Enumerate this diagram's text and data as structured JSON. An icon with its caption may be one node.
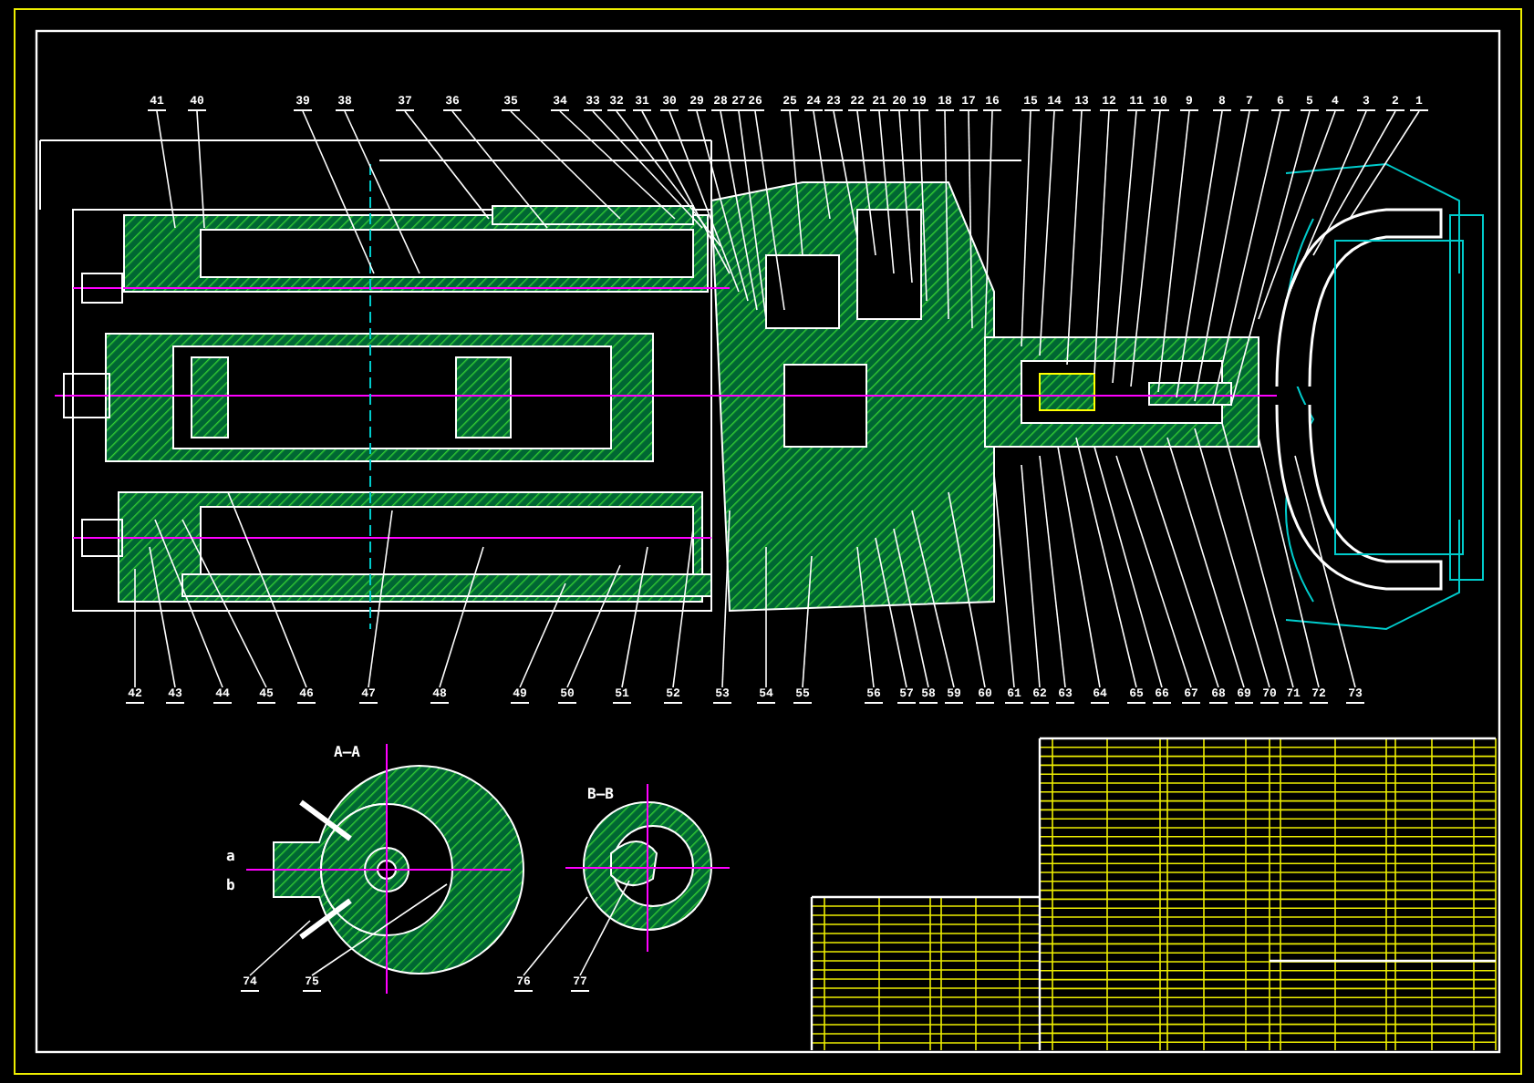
{
  "diagram": {
    "nodes": [
      {
        "text": [
          "41"
        ]
      },
      {
        "text": [
          "40"
        ]
      },
      {
        "text": [
          "39"
        ]
      },
      {
        "text": [
          "38"
        ]
      },
      {
        "text": [
          "37"
        ]
      },
      {
        "text": [
          "36"
        ]
      },
      {
        "text": [
          "35"
        ]
      },
      {
        "text": [
          "34"
        ]
      },
      {
        "text": [
          "33"
        ]
      },
      {
        "text": [
          "32"
        ]
      },
      {
        "text": [
          "31"
        ]
      },
      {
        "text": [
          "30"
        ]
      },
      {
        "text": [
          "29"
        ]
      },
      {
        "text": [
          "28"
        ]
      },
      {
        "text": [
          "27"
        ]
      },
      {
        "text": [
          "26"
        ]
      },
      {
        "text": [
          "25"
        ]
      },
      {
        "text": [
          "24"
        ]
      },
      {
        "text": [
          "23"
        ]
      },
      {
        "text": [
          "22"
        ]
      },
      {
        "text": [
          "21"
        ]
      },
      {
        "text": [
          "20"
        ]
      },
      {
        "text": [
          "19"
        ]
      },
      {
        "text": [
          "18"
        ]
      },
      {
        "text": [
          "17"
        ]
      },
      {
        "text": [
          "16"
        ]
      },
      {
        "text": [
          "15"
        ]
      },
      {
        "text": [
          "14"
        ]
      },
      {
        "text": [
          "13"
        ]
      },
      {
        "text": [
          "12"
        ]
      },
      {
        "text": [
          "11"
        ]
      },
      {
        "text": [
          "10"
        ]
      },
      {
        "text": [
          "9"
        ]
      },
      {
        "text": [
          "8"
        ]
      },
      {
        "text": [
          "7"
        ]
      },
      {
        "text": [
          "6"
        ]
      },
      {
        "text": [
          "5"
        ]
      },
      {
        "text": [
          "4"
        ]
      },
      {
        "text": [
          "3"
        ]
      },
      {
        "text": [
          "2"
        ]
      },
      {
        "text": [
          "1"
        ]
      },
      {
        "text": [
          "42"
        ]
      },
      {
        "text": [
          "43"
        ]
      },
      {
        "text": [
          "44"
        ]
      },
      {
        "text": [
          "45"
        ]
      },
      {
        "text": [
          "46"
        ]
      },
      {
        "text": [
          "47"
        ]
      },
      {
        "text": [
          "48"
        ]
      },
      {
        "text": [
          "49"
        ]
      },
      {
        "text": [
          "50"
        ]
      },
      {
        "text": [
          "51"
        ]
      },
      {
        "text": [
          "52"
        ]
      },
      {
        "text": [
          "53"
        ]
      },
      {
        "text": [
          "54"
        ]
      },
      {
        "text": [
          "55"
        ]
      },
      {
        "text": [
          "56"
        ]
      },
      {
        "text": [
          "57"
        ]
      },
      {
        "text": [
          "58"
        ]
      },
      {
        "text": [
          "59"
        ]
      },
      {
        "text": [
          "60"
        ]
      },
      {
        "text": [
          "61"
        ]
      },
      {
        "text": [
          "62"
        ]
      },
      {
        "text": [
          "63"
        ]
      },
      {
        "text": [
          "64"
        ]
      },
      {
        "text": [
          "65"
        ]
      },
      {
        "text": [
          "66"
        ]
      },
      {
        "text": [
          "67"
        ]
      },
      {
        "text": [
          "68"
        ]
      },
      {
        "text": [
          "69"
        ]
      },
      {
        "text": [
          "70"
        ]
      },
      {
        "text": [
          "71"
        ]
      },
      {
        "text": [
          "72"
        ]
      },
      {
        "text": [
          "73"
        ]
      },
      {
        "text": [
          "74"
        ]
      },
      {
        "text": [
          "75"
        ]
      },
      {
        "text": [
          "76"
        ]
      },
      {
        "text": [
          "77"
        ]
      }
    ],
    "edges": [
      {
        "from": 0,
        "to": null,
        "arrow": "none"
      },
      {
        "from": 1,
        "to": null,
        "arrow": "none"
      },
      {
        "from": 2,
        "to": null,
        "arrow": "none"
      },
      {
        "from": 3,
        "to": null,
        "arrow": "none"
      },
      {
        "from": 4,
        "to": null,
        "arrow": "none"
      },
      {
        "from": 5,
        "to": null,
        "arrow": "none"
      },
      {
        "from": 6,
        "to": null,
        "arrow": "none"
      },
      {
        "from": 7,
        "to": null,
        "arrow": "none"
      },
      {
        "from": 8,
        "to": null,
        "arrow": "none"
      },
      {
        "from": 9,
        "to": null,
        "arrow": "none"
      },
      {
        "from": 10,
        "to": null,
        "arrow": "none"
      },
      {
        "from": 11,
        "to": null,
        "arrow": "none"
      },
      {
        "from": 12,
        "to": null,
        "arrow": "none"
      },
      {
        "from": 13,
        "to": null,
        "arrow": "none"
      },
      {
        "from": 14,
        "to": null,
        "arrow": "none"
      },
      {
        "from": 15,
        "to": null,
        "arrow": "none"
      },
      {
        "from": 16,
        "to": null,
        "arrow": "none"
      },
      {
        "from": 17,
        "to": null,
        "arrow": "none"
      },
      {
        "from": 18,
        "to": null,
        "arrow": "none"
      },
      {
        "from": 19,
        "to": null,
        "arrow": "none"
      },
      {
        "from": 20,
        "to": null,
        "arrow": "none"
      },
      {
        "from": 21,
        "to": null,
        "arrow": "none"
      },
      {
        "from": 22,
        "to": null,
        "arrow": "none"
      },
      {
        "from": 23,
        "to": null,
        "arrow": "none"
      },
      {
        "from": 24,
        "to": null,
        "arrow": "none"
      },
      {
        "from": 25,
        "to": null,
        "arrow": "none"
      },
      {
        "from": 26,
        "to": null,
        "arrow": "none"
      },
      {
        "from": 27,
        "to": null,
        "arrow": "none"
      },
      {
        "from": 28,
        "to": null,
        "arrow": "none"
      },
      {
        "from": 29,
        "to": null,
        "arrow": "none"
      },
      {
        "from": 30,
        "to": null,
        "arrow": "none"
      },
      {
        "from": 31,
        "to": null,
        "arrow": "none"
      },
      {
        "from": 32,
        "to": null,
        "arrow": "none"
      },
      {
        "from": 33,
        "to": null,
        "arrow": "none"
      },
      {
        "from": 34,
        "to": null,
        "arrow": "none"
      },
      {
        "from": 35,
        "to": null,
        "arrow": "none"
      },
      {
        "from": 36,
        "to": null,
        "arrow": "none"
      },
      {
        "from": 37,
        "to": null,
        "arrow": "none"
      },
      {
        "from": 38,
        "to": null,
        "arrow": "none"
      },
      {
        "from": 39,
        "to": null,
        "arrow": "none"
      },
      {
        "from": 40,
        "to": null,
        "arrow": "none"
      },
      {
        "from": 41,
        "to": null,
        "arrow": "none"
      },
      {
        "from": 42,
        "to": null,
        "arrow": "none"
      },
      {
        "from": 43,
        "to": null,
        "arrow": "none"
      },
      {
        "from": 44,
        "to": null,
        "arrow": "none"
      },
      {
        "from": 45,
        "to": null,
        "arrow": "none"
      },
      {
        "from": 46,
        "to": null,
        "arrow": "none"
      },
      {
        "from": 47,
        "to": null,
        "arrow": "none"
      },
      {
        "from": 48,
        "to": null,
        "arrow": "none"
      },
      {
        "from": 49,
        "to": null,
        "arrow": "none"
      },
      {
        "from": 50,
        "to": null,
        "arrow": "none"
      },
      {
        "from": 51,
        "to": null,
        "arrow": "none"
      },
      {
        "from": 52,
        "to": null,
        "arrow": "none"
      },
      {
        "from": 53,
        "to": null,
        "arrow": "none"
      },
      {
        "from": 54,
        "to": null,
        "arrow": "none"
      },
      {
        "from": 55,
        "to": null,
        "arrow": "none"
      },
      {
        "from": 56,
        "to": null,
        "arrow": "none"
      },
      {
        "from": 57,
        "to": null,
        "arrow": "none"
      },
      {
        "from": 58,
        "to": null,
        "arrow": "none"
      },
      {
        "from": 59,
        "to": null,
        "arrow": "none"
      },
      {
        "from": 60,
        "to": null,
        "arrow": "none"
      },
      {
        "from": 61,
        "to": null,
        "arrow": "none"
      },
      {
        "from": 62,
        "to": null,
        "arrow": "none"
      },
      {
        "from": 63,
        "to": null,
        "arrow": "none"
      },
      {
        "from": 64,
        "to": null,
        "arrow": "none"
      },
      {
        "from": 65,
        "to": null,
        "arrow": "none"
      },
      {
        "from": 66,
        "to": null,
        "arrow": "none"
      },
      {
        "from": 67,
        "to": null,
        "arrow": "none"
      },
      {
        "from": 68,
        "to": null,
        "arrow": "none"
      },
      {
        "from": 69,
        "to": null,
        "arrow": "none"
      },
      {
        "from": 70,
        "to": null,
        "arrow": "none"
      },
      {
        "from": 71,
        "to": null,
        "arrow": "none"
      },
      {
        "from": 72,
        "to": null,
        "arrow": "none"
      },
      {
        "from": 73,
        "to": null,
        "arrow": "none"
      },
      {
        "from": 74,
        "to": null,
        "arrow": "none"
      },
      {
        "from": 75,
        "to": null,
        "arrow": "none"
      },
      {
        "from": 76,
        "to": null,
        "arrow": "none"
      }
    ],
    "labels": [
      "A—A",
      "a",
      "b",
      "B—B"
    ]
  }
}
